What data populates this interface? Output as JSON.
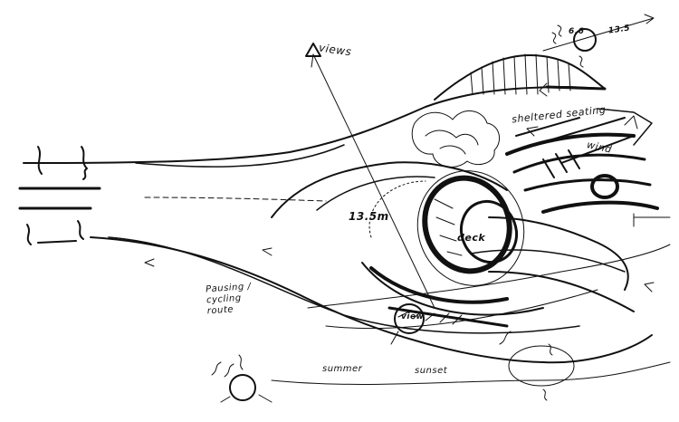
{
  "labels": {
    "views": "views",
    "angle_top_left": "6.6",
    "angle_top_right": "13.5",
    "sheltered": "sheltered seating",
    "wind": "wind",
    "angle_mid": "13.5m",
    "deck": "deck",
    "route": "Pausing / cycling route",
    "view": "view",
    "summer": "summer",
    "sunset": "sunset"
  }
}
